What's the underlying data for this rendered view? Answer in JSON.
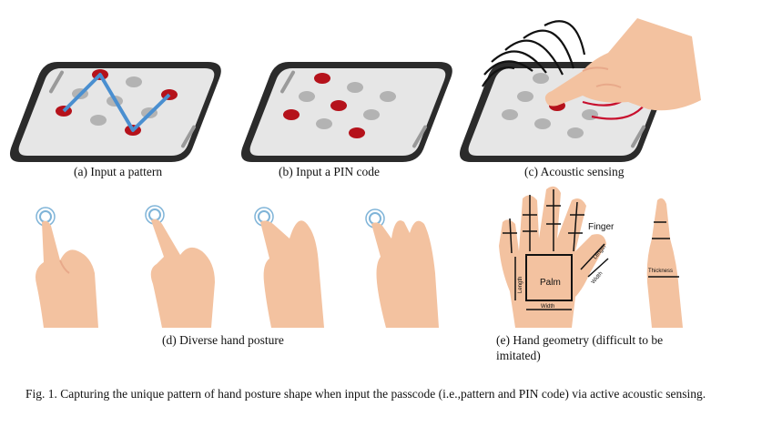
{
  "captions": {
    "a": "(a) Input a pattern",
    "b": "(b) Input a PIN code",
    "c": "(c) Acoustic sensing",
    "d": "(d) Diverse hand posture",
    "e": "(e) Hand geometry (difficult to be imitated)"
  },
  "hand_labels": {
    "finger": "Finger",
    "palm": "Palm",
    "length_palm": "Length",
    "width_palm": "Width",
    "length_finger": "Length",
    "width_finger": "Width",
    "thickness": "Thickness"
  },
  "figure_caption": "Fig. 1.  Capturing the unique pattern of hand posture shape when input the passcode (i.e.,pattern and PIN code) via active acoustic sensing.",
  "colors": {
    "phone_body": "#2b2b2b",
    "screen": "#e6e6e6",
    "dot": "#b3b3b3",
    "active_dot": "#b5121b",
    "pattern_line": "#4a8fd0",
    "skin": "#f3c2a0",
    "skin_shade": "#e8a98a",
    "touch_ring": "#7fb4d8",
    "sound_wave_dark": "#111111",
    "sound_wave_red": "#c8102e"
  }
}
